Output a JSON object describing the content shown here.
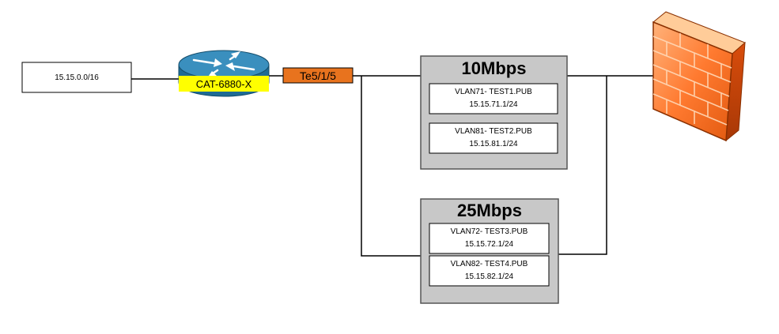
{
  "network": {
    "label": "15.15.0.0/16"
  },
  "router": {
    "label": "CAT-6880-X",
    "icon": "router-icon",
    "colors": {
      "body": "#2b7ca8",
      "label_bg": "#ffff00"
    }
  },
  "port": {
    "label": "Te5/1/5",
    "color": "#e8731e"
  },
  "groups": [
    {
      "speed": "10Mbps",
      "vlans": [
        {
          "name": "VLAN71- TEST1.PUB",
          "subnet": "15.15.71.1/24"
        },
        {
          "name": "VLAN81- TEST2.PUB",
          "subnet": "15.15.81.1/24"
        }
      ]
    },
    {
      "speed": "25Mbps",
      "vlans": [
        {
          "name": "VLAN72- TEST3.PUB",
          "subnet": "15.15.72.1/24"
        },
        {
          "name": "VLAN82- TEST4.PUB",
          "subnet": "15.15.82.1/24"
        }
      ]
    }
  ],
  "firewall": {
    "icon": "firewall-icon",
    "color": "#f47a2a"
  }
}
